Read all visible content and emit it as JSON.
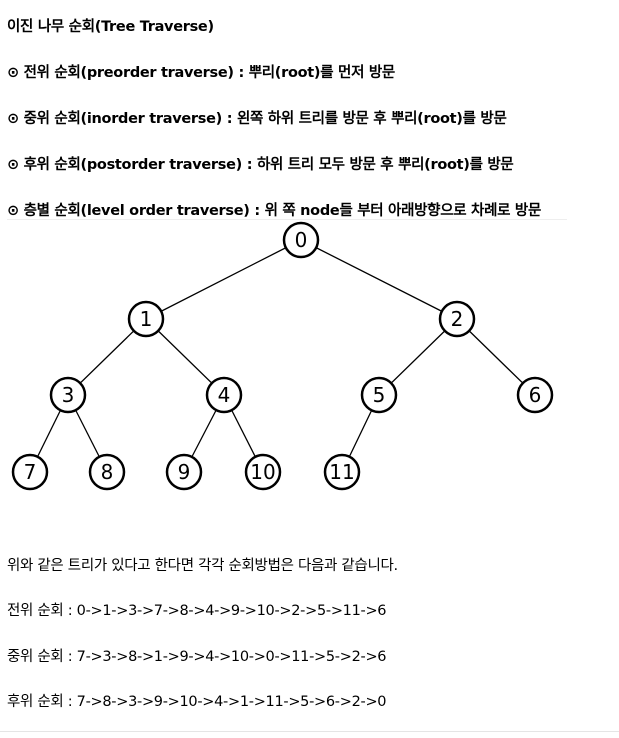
{
  "title": "이진 나무 순회(Tree Traverse)",
  "definitions": [
    {
      "bullet": "⊙",
      "text": "전위 순회(preorder traverse) : 뿌리(root)를 먼저 방문"
    },
    {
      "bullet": "⊙",
      "text": "중위 순회(inorder traverse) : 왼쪽 하위 트리를 방문 후 뿌리(root)를 방문"
    },
    {
      "bullet": "⊙",
      "text": "후위 순회(postorder traverse) : 하위 트리 모두 방문 후 뿌리(root)를 방문"
    },
    {
      "bullet": "⊙",
      "text": "층별 순회(level order traverse) : 위 쪽 node들 부터 아래방향으로 차례로 방문"
    }
  ],
  "tree": {
    "nodes": [
      "0",
      "1",
      "2",
      "3",
      "4",
      "5",
      "6",
      "7",
      "8",
      "9",
      "10",
      "11"
    ],
    "edges": [
      [
        "0",
        "1"
      ],
      [
        "0",
        "2"
      ],
      [
        "1",
        "3"
      ],
      [
        "1",
        "4"
      ],
      [
        "2",
        "5"
      ],
      [
        "2",
        "6"
      ],
      [
        "3",
        "7"
      ],
      [
        "3",
        "8"
      ],
      [
        "4",
        "9"
      ],
      [
        "4",
        "10"
      ],
      [
        "5",
        "11"
      ]
    ]
  },
  "intro": "위와 같은 트리가 있다고 한다면 각각 순회방법은 다음과 같습니다.",
  "results": [
    {
      "text": "전위 순회 : 0->1->3->7->8->4->9->10->2->5->11->6"
    },
    {
      "text": "중위 순회 : 7->3->8->1->9->4->10->0->11->5->2->6"
    },
    {
      "text": "후위 순회 : 7->8->3->9->10->4->1->11->5->6->2->0"
    }
  ]
}
